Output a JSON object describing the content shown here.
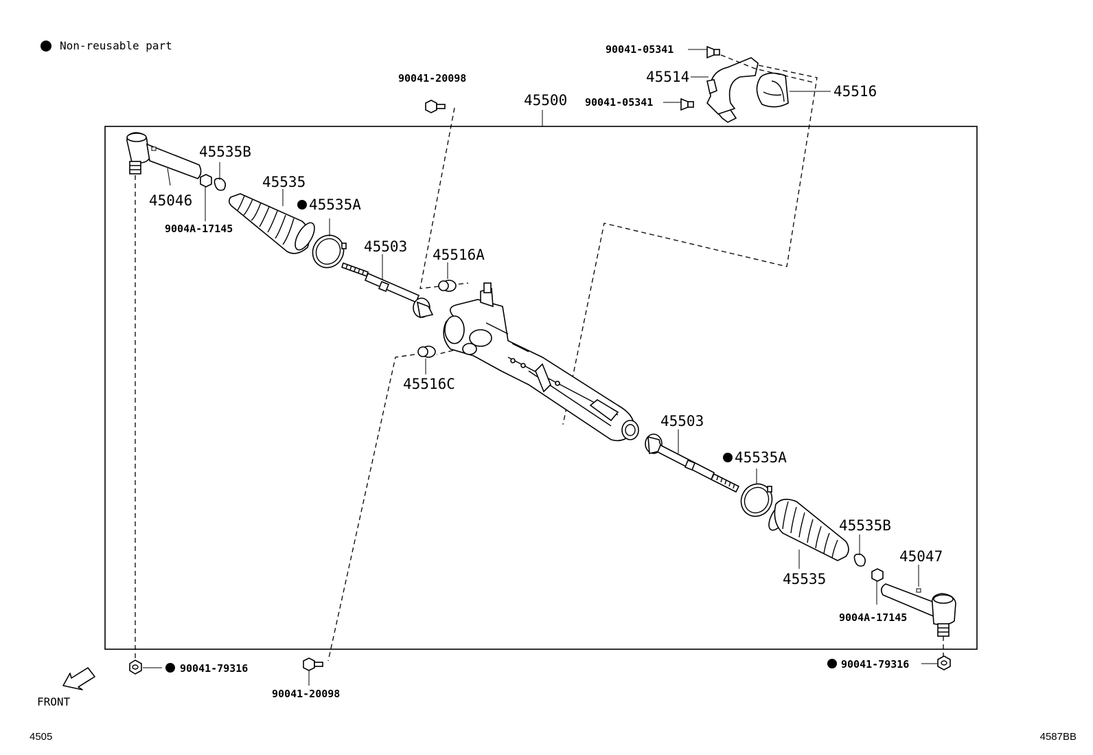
{
  "legend": {
    "symbol": "●",
    "text": "Non-reusable part"
  },
  "assembly_label": "45500",
  "direction": {
    "label": "FRONT"
  },
  "footer": {
    "left": "4505",
    "right": "4587BB"
  },
  "callouts": {
    "bolt_top": "90041-20098",
    "bolt_bottom": "90041-20098",
    "clamp_bolt_top": "90041-05341",
    "clamp_bolt_mid": "90041-05341",
    "bracket": "45514",
    "grommet": "45516",
    "tie_rod_end_left": "45046",
    "tie_rod_end_right": "45047",
    "boot_clip_left": "45535B",
    "boot_clip_right": "45535B",
    "boot_left": "45535",
    "boot_right": "45535",
    "boot_band_left": "45535A",
    "boot_band_right": "45535A",
    "inner_rod_left": "45503",
    "inner_rod_right": "45503",
    "lock_nut_left": "9004A-17145",
    "lock_nut_right": "9004A-17145",
    "bushing_a": "45516A",
    "bushing_c": "45516C",
    "nut_left": "90041-79316",
    "nut_right": "90041-79316"
  }
}
